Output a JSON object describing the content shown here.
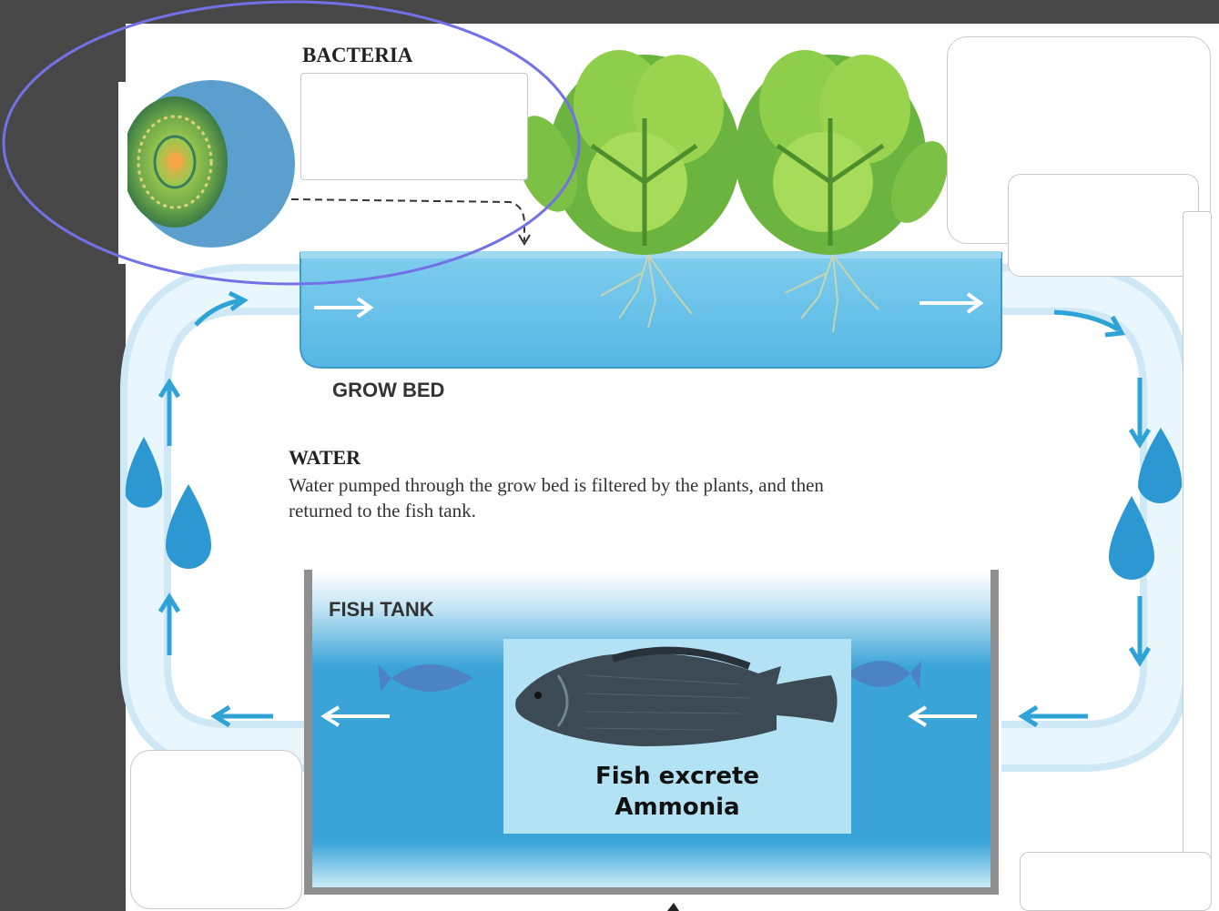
{
  "diagram": {
    "bacteria_title": "BACTERIA",
    "grow_bed_label": "GROW BED",
    "water_title": "WATER",
    "water_desc_line1": "Water pumped through the grow bed is filtered by the plants, and then",
    "water_desc_line2": "returned to the fish tank.",
    "fish_tank_label": "FISH TANK",
    "fish_caption_line1": "Fish excrete",
    "fish_caption_line2": "Ammonia"
  },
  "colors": {
    "background": "#474747",
    "water_blue": "#3ea8dc",
    "pipe_light": "#d8eef8",
    "arrow_blue": "#2fa3d6",
    "annotation_ring": "#6f6fe8",
    "fish_card": "#b4e2f5"
  },
  "icons": [
    "bacteria-icon",
    "lettuce-icon",
    "fish-icon",
    "water-drop-icon",
    "flow-arrow-icon"
  ]
}
